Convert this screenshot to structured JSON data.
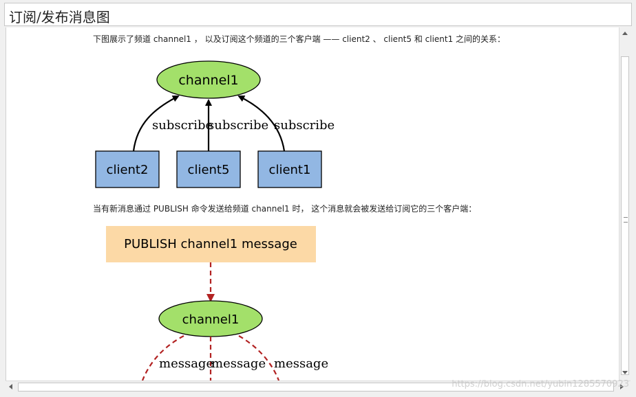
{
  "window": {
    "title": "订阅/发布消息图"
  },
  "content": {
    "paragraph1": "下图展示了频道 channel1 ， 以及订阅这个频道的三个客户端 —— client2 、 client5 和 client1 之间的关系：",
    "paragraph2": "当有新消息通过 PUBLISH 命令发送给频道 channel1 时， 这个消息就会被发送给订阅它的三个客户端："
  },
  "diagram1": {
    "channel": "channel1",
    "edge_label": "subscribe",
    "clients": [
      "client2",
      "client5",
      "client1"
    ]
  },
  "diagram2": {
    "command": "PUBLISH channel1 message",
    "channel": "channel1",
    "edge_label": "message"
  },
  "colors": {
    "ellipse_fill": "#a3e06a",
    "client_fill": "#92b7e3",
    "command_fill": "#fcd9a6",
    "dashed_edge": "#b22222"
  },
  "watermark": "https://blog.csdn.net/yubin1285570923"
}
